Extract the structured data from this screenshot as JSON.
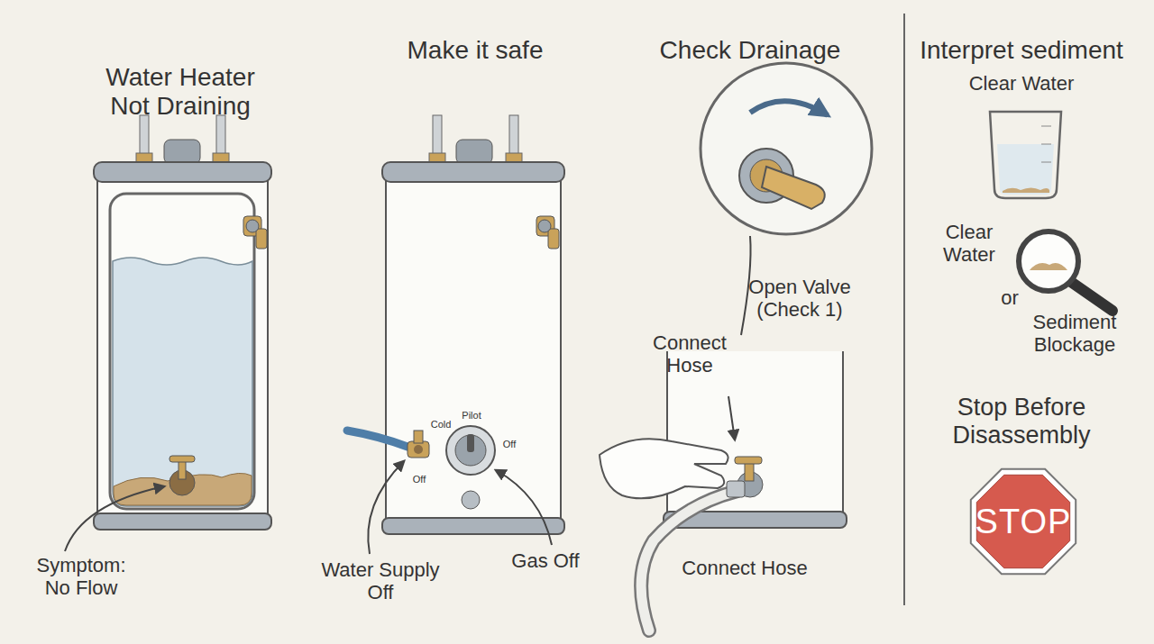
{
  "diagram": {
    "nodes": [
      {
        "text": [
          "STOP"
        ]
      }
    ],
    "labels": [
      "Water Heater Not Draining",
      "Make it safe",
      "Check Drainage",
      "Interpret sediment",
      "Clear Water",
      "Open Valve (Check 1)",
      "Clear Water",
      "or",
      "Connect Hose",
      "Sediment Blockage",
      "Cold",
      "Pilot",
      "Off",
      "Off",
      "Stop Before Disassembly",
      "Symptom: No Flow",
      "Water Supply Off",
      "Gas Off",
      "Connect Hose"
    ]
  }
}
